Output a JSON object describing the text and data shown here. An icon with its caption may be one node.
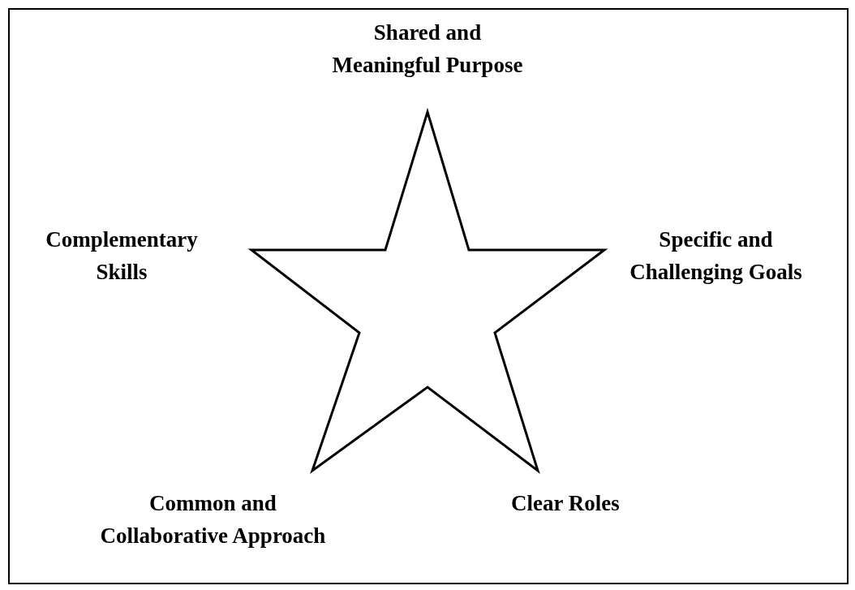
{
  "diagram": {
    "nodes": [
      {
        "text": [],
        "shape": "star"
      }
    ],
    "labels": [
      "Shared and Meaningful Purpose",
      "Complementary Skills",
      "Specific and Challenging Goals",
      "Common and Collaborative Approach",
      "Clear Roles"
    ]
  }
}
